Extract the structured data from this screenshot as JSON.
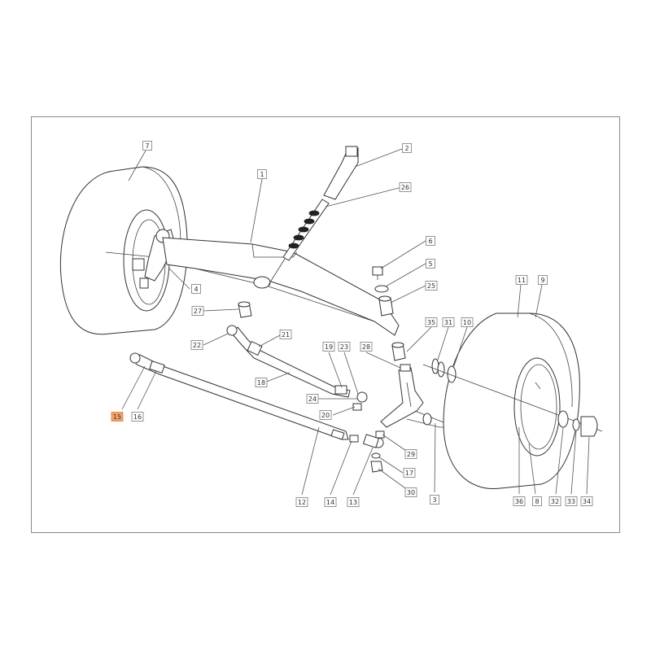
{
  "diagram": {
    "highlighted_label": "15",
    "callouts": [
      {
        "id": "c1",
        "label": "1"
      },
      {
        "id": "c2",
        "label": "2"
      },
      {
        "id": "c3",
        "label": "3"
      },
      {
        "id": "c4",
        "label": "4"
      },
      {
        "id": "c5",
        "label": "5"
      },
      {
        "id": "c6",
        "label": "6"
      },
      {
        "id": "c7",
        "label": "7"
      },
      {
        "id": "c8",
        "label": "8"
      },
      {
        "id": "c9",
        "label": "9"
      },
      {
        "id": "c10",
        "label": "10"
      },
      {
        "id": "c11",
        "label": "11"
      },
      {
        "id": "c12",
        "label": "12"
      },
      {
        "id": "c13",
        "label": "13"
      },
      {
        "id": "c14",
        "label": "14"
      },
      {
        "id": "c15",
        "label": "15"
      },
      {
        "id": "c16",
        "label": "16"
      },
      {
        "id": "c17",
        "label": "17"
      },
      {
        "id": "c18",
        "label": "18"
      },
      {
        "id": "c19",
        "label": "19"
      },
      {
        "id": "c20",
        "label": "20"
      },
      {
        "id": "c21",
        "label": "21"
      },
      {
        "id": "c22",
        "label": "22"
      },
      {
        "id": "c23",
        "label": "23"
      },
      {
        "id": "c24",
        "label": "24"
      },
      {
        "id": "c25",
        "label": "25"
      },
      {
        "id": "c26",
        "label": "26"
      },
      {
        "id": "c27",
        "label": "27"
      },
      {
        "id": "c28",
        "label": "28"
      },
      {
        "id": "c29",
        "label": "29"
      },
      {
        "id": "c30",
        "label": "30"
      },
      {
        "id": "c31",
        "label": "31"
      },
      {
        "id": "c32",
        "label": "32"
      },
      {
        "id": "c33",
        "label": "33"
      },
      {
        "id": "c34",
        "label": "34"
      },
      {
        "id": "c35",
        "label": "35"
      },
      {
        "id": "c36",
        "label": "36"
      }
    ],
    "colors": {
      "highlight": "#f4a36b",
      "line": "#333333"
    }
  }
}
